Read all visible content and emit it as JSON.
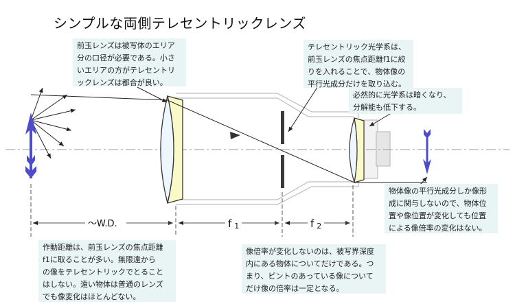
{
  "title": "シンプルな両側テレセントリックレンズ",
  "notes": {
    "front_lens": "前玉レンズは被写体のエリア\n分の口径が必要である。小さ\nいエリアの方がテレセントリ\nックレンズは都合が良い。",
    "aperture": "テレセントリック光学系は、\n前玉レンズの焦点距離f1に絞\nりを入れることで、物体像の\n平行光成分だけを取り込む。",
    "dark": "必然的に光学系は暗くなり、\n分解能も低下する。",
    "image": "物体像の平行光成分しか像形\n成に関与しないので、物体位\n置や像位置が変化しても位置\nによる像倍率の変化はない。",
    "wd": "作動距離は、前玉レンズの焦点距離\nf1に取ることが多い。無限遠から\nの像をテレセントリックでとること\nはしない。遠い物体は普通のレンズ\nでも像変化はほとんどない。",
    "magnification": "像倍率が変化しないのは、被写界深度\n内にある物体についてだけである。つ\nまり、ピントのあっている像について\nだけ像の倍率は一定となる。"
  },
  "dimensions": {
    "wd_label": "～W.D.",
    "f1_label": "f",
    "f1_sub": "1",
    "f2_label": "f",
    "f2_sub": "2"
  },
  "colors": {
    "arrow": "#4d4dcc",
    "lens_glass": "#eef6ff",
    "lens_flange": "#fafac8",
    "note_bg": "#e9f4f4",
    "stop": "#3a3a3a"
  }
}
